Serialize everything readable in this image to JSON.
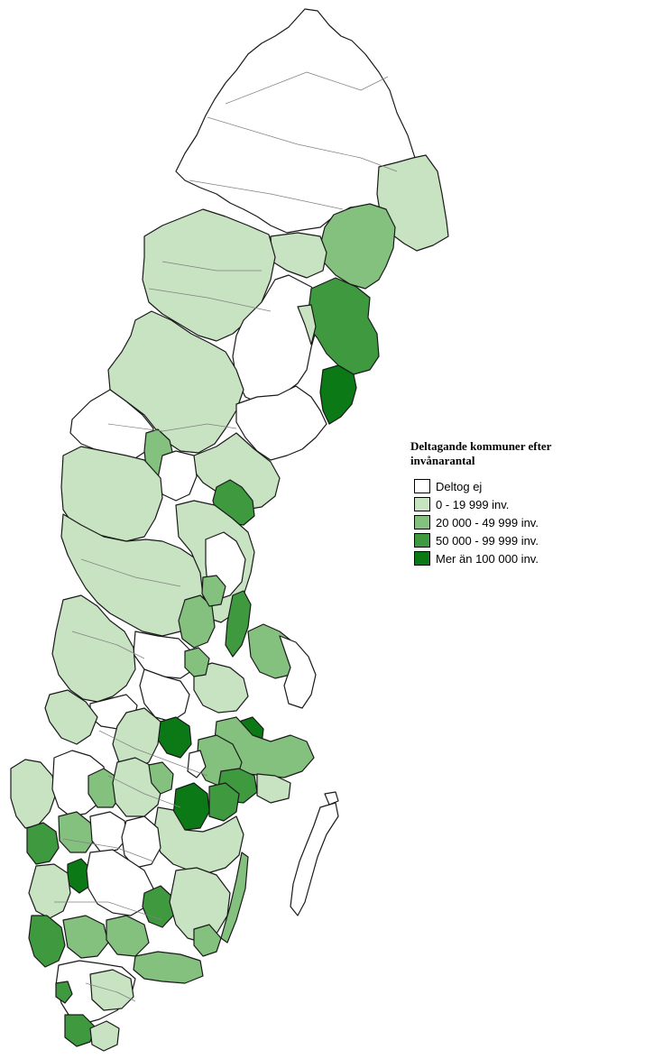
{
  "legend": {
    "title_line1": "Deltagande kommuner efter",
    "title_line2": "invånarantal",
    "items": [
      {
        "label": "Deltog ej",
        "color": "#ffffff"
      },
      {
        "label": "0 - 19 999 inv.",
        "color": "#c7e3c2"
      },
      {
        "label": "20 000 - 49 999 inv.",
        "color": "#84c17e"
      },
      {
        "label": "50 000 - 99 999 inv.",
        "color": "#3f9a3f"
      },
      {
        "label": "Mer än 100 000 inv.",
        "color": "#0b7a16"
      }
    ]
  },
  "map": {
    "region": "Sweden",
    "regions": [
      {
        "id": "north-lapland",
        "category": "Deltog ej"
      },
      {
        "id": "norrbotten-coast",
        "category": "0 - 19 999 inv."
      },
      {
        "id": "lulea-area",
        "category": "20 000 - 49 999 inv."
      },
      {
        "id": "skelleftea",
        "category": "50 000 - 99 999 inv."
      },
      {
        "id": "umea",
        "category": "Mer än 100 000 inv."
      },
      {
        "id": "vasterbotten-inland",
        "category": "0 - 19 999 inv."
      },
      {
        "id": "jamtland",
        "category": "0 - 19 999 inv."
      },
      {
        "id": "ostersund",
        "category": "20 000 - 49 999 inv."
      },
      {
        "id": "sundsvall",
        "category": "50 000 - 99 999 inv."
      },
      {
        "id": "dalarna",
        "category": "0 - 19 999 inv."
      },
      {
        "id": "gavle",
        "category": "20 000 - 49 999 inv."
      },
      {
        "id": "stockholm",
        "category": "Mer än 100 000 inv."
      },
      {
        "id": "orebro",
        "category": "Mer än 100 000 inv."
      },
      {
        "id": "linkoping",
        "category": "Mer än 100 000 inv."
      },
      {
        "id": "jonkoping",
        "category": "Mer än 100 000 inv."
      },
      {
        "id": "vaxjo",
        "category": "50 000 - 99 999 inv."
      },
      {
        "id": "gotland",
        "category": "Deltog ej"
      },
      {
        "id": "oland",
        "category": "20 000 - 49 999 inv."
      }
    ]
  }
}
